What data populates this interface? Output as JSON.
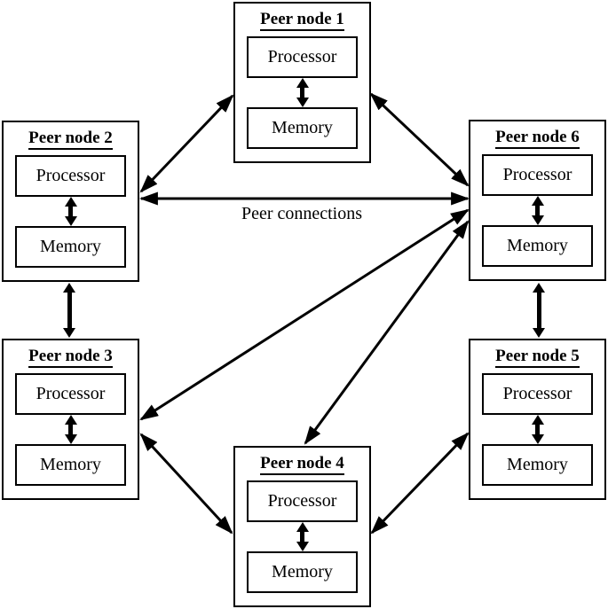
{
  "diagram": {
    "connection_label": "Peer connections",
    "nodes": [
      {
        "title": "Peer node 1",
        "processor": "Processor",
        "memory": "Memory"
      },
      {
        "title": "Peer node 2",
        "processor": "Processor",
        "memory": "Memory"
      },
      {
        "title": "Peer node 3",
        "processor": "Processor",
        "memory": "Memory"
      },
      {
        "title": "Peer node 4",
        "processor": "Processor",
        "memory": "Memory"
      },
      {
        "title": "Peer node 5",
        "processor": "Processor",
        "memory": "Memory"
      },
      {
        "title": "Peer node 6",
        "processor": "Processor",
        "memory": "Memory"
      }
    ],
    "connections": [
      "Peer node 1 - Peer node 2",
      "Peer node 1 - Peer node 6",
      "Peer node 2 - Peer node 6",
      "Peer node 2 - Peer node 3",
      "Peer node 3 - Peer node 6",
      "Peer node 4 - Peer node 6",
      "Peer node 3 - Peer node 4",
      "Peer node 4 - Peer node 5",
      "Peer node 5 - Peer node 6"
    ],
    "internal_connection": "Processor - Memory (bidirectional)",
    "colors": {
      "line": "#000000",
      "background": "#ffffff",
      "text": "#000000"
    }
  }
}
